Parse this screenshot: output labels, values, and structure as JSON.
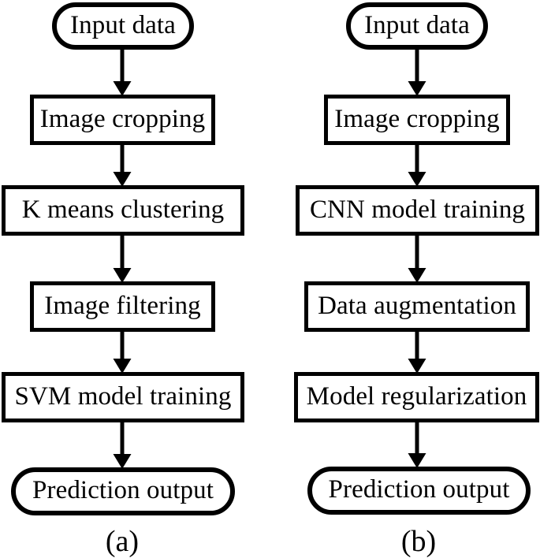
{
  "figure": {
    "type": "flowchart",
    "orientation": "vertical",
    "panels": 2,
    "background_color": "#ffffff",
    "stroke_color": "#000000",
    "text_color": "#000000"
  },
  "panels": [
    {
      "id": "panel-a",
      "caption": "(a)",
      "nodes": [
        {
          "id": "a1",
          "label": "Input data",
          "shape": "terminal"
        },
        {
          "id": "a2",
          "label": "Image cropping",
          "shape": "process"
        },
        {
          "id": "a3",
          "label": "K means clustering",
          "shape": "process"
        },
        {
          "id": "a4",
          "label": "Image filtering",
          "shape": "process"
        },
        {
          "id": "a5",
          "label": "SVM model training",
          "shape": "process"
        },
        {
          "id": "a6",
          "label": "Prediction output",
          "shape": "terminal"
        }
      ],
      "edges": [
        {
          "from": "a1",
          "to": "a2"
        },
        {
          "from": "a2",
          "to": "a3"
        },
        {
          "from": "a3",
          "to": "a4"
        },
        {
          "from": "a4",
          "to": "a5"
        },
        {
          "from": "a5",
          "to": "a6"
        }
      ]
    },
    {
      "id": "panel-b",
      "caption": "(b)",
      "nodes": [
        {
          "id": "b1",
          "label": "Input data",
          "shape": "terminal"
        },
        {
          "id": "b2",
          "label": "Image cropping",
          "shape": "process"
        },
        {
          "id": "b3",
          "label": "CNN model training",
          "shape": "process"
        },
        {
          "id": "b4",
          "label": "Data augmentation",
          "shape": "process"
        },
        {
          "id": "b5",
          "label": "Model regularization",
          "shape": "process"
        },
        {
          "id": "b6",
          "label": "Prediction output",
          "shape": "terminal"
        }
      ],
      "edges": [
        {
          "from": "b1",
          "to": "b2"
        },
        {
          "from": "b2",
          "to": "b3"
        },
        {
          "from": "b3",
          "to": "b4"
        },
        {
          "from": "b4",
          "to": "b5"
        },
        {
          "from": "b5",
          "to": "b6"
        }
      ]
    }
  ]
}
